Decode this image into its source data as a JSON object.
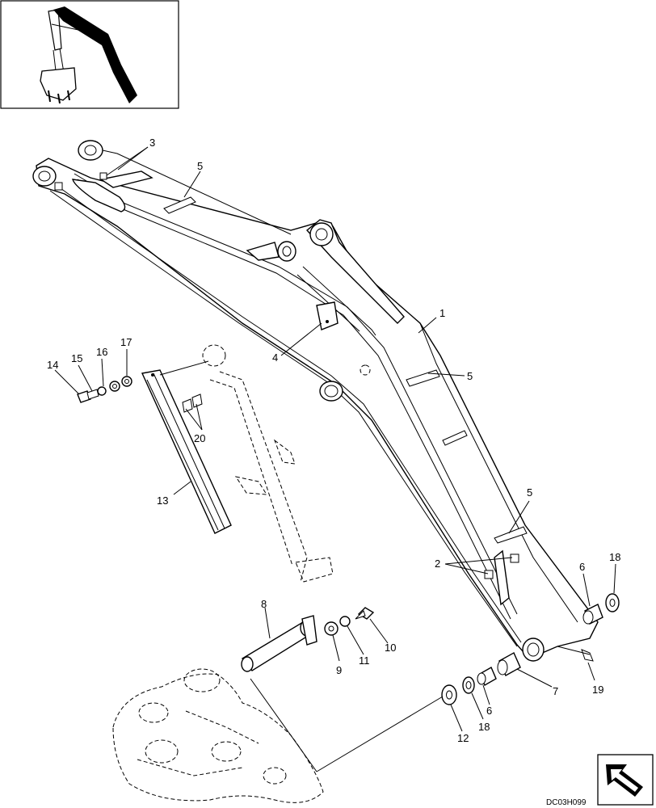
{
  "diagram": {
    "code": "DC03H099",
    "callouts": [
      "1",
      "2",
      "3",
      "4",
      "5",
      "5",
      "5",
      "6",
      "6",
      "7",
      "8",
      "9",
      "10",
      "11",
      "12",
      "13",
      "14",
      "15",
      "16",
      "17",
      "18",
      "18",
      "19",
      "20"
    ]
  },
  "icons": {
    "thumbnail": "excavator-arm-thumbnail-icon",
    "nav": "direction-arrow-icon"
  }
}
